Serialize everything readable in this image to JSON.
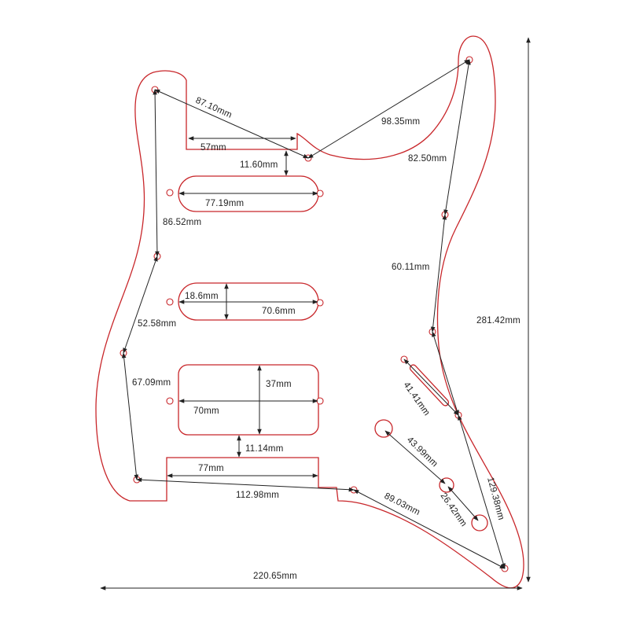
{
  "colors": {
    "outline": "#c8262a",
    "dimension": "#222222",
    "background": "#ffffff"
  },
  "dimensions": {
    "overall_width": "220.65mm",
    "overall_height": "281.42mm",
    "top_hole_to_mid": "87.10mm",
    "horn_to_mid": "98.35mm",
    "notch_width": "57mm",
    "notch_gap": "11.60mm",
    "neck_pickup_width": "77.19mm",
    "left_upper_span": "86.52mm",
    "horn_to_right_mid": "82.50mm",
    "mid_pickup_height": "18.6mm",
    "mid_pickup_width": "70.6mm",
    "right_mid_span": "60.11mm",
    "left_mid_span": "52.58mm",
    "left_lower_span": "67.09mm",
    "humbucker_height": "37mm",
    "humbucker_width": "70mm",
    "switch_slot": "41.41mm",
    "humbucker_gap": "11.14mm",
    "knob_spacing_1": "43.99mm",
    "knob_spacing_2": "26.42mm",
    "right_lower_span": "129.38mm",
    "bottom_notch_width": "77mm",
    "bottom_span": "112.98mm",
    "bottom_right_span": "89.03mm"
  }
}
